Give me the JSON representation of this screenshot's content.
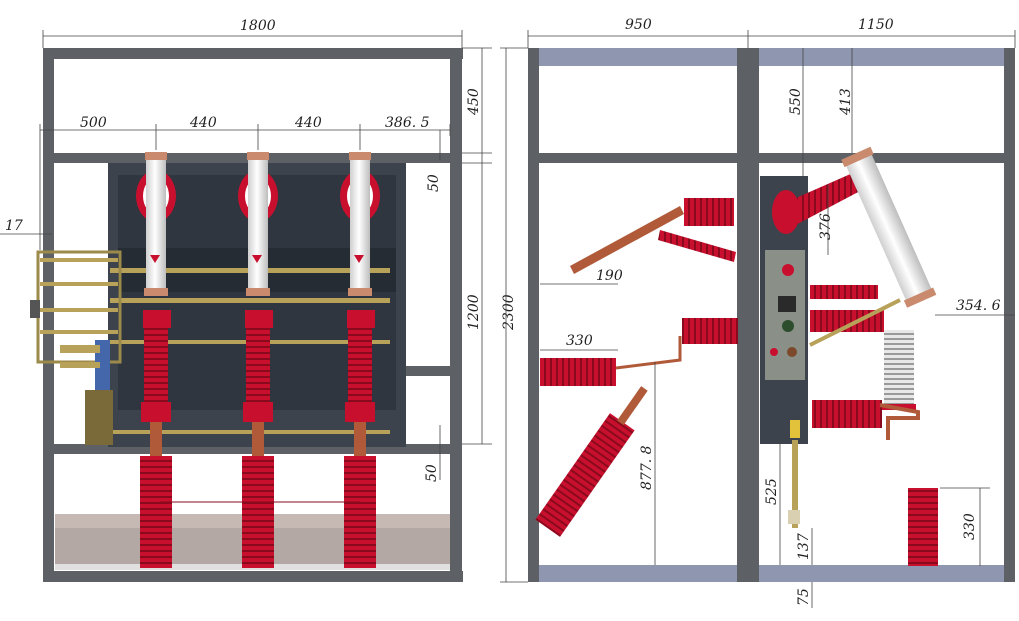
{
  "dimensions": {
    "front_total_width": "1800",
    "front_pitch_1": "500",
    "front_pitch_2": "440",
    "front_pitch_3": "440",
    "front_pitch_4": "386. 5",
    "front_offset_left": "17",
    "front_top_height": "450",
    "front_upper_gap": "50",
    "front_middle_height": "1200",
    "front_lower_gap": "50",
    "total_height": "2300",
    "side_front_width": "950",
    "side_rear_width": "1150",
    "side_top_550": "550",
    "side_top_413": "413",
    "side_376": "376",
    "side_190": "190",
    "side_354_6": "354. 6",
    "side_330_left": "330",
    "side_877_8": "877. 8",
    "side_525": "525",
    "side_137": "137",
    "side_75": "75",
    "side_330_right": "330"
  },
  "colors": {
    "frame": "#5d6166",
    "porcelain": "#c8102e",
    "fuse_tube": "#ececec",
    "panel": "#3e4550",
    "busbar": "#b8a25a",
    "floor": "#b7a9a3",
    "steel_blue": "#8f96b0"
  }
}
